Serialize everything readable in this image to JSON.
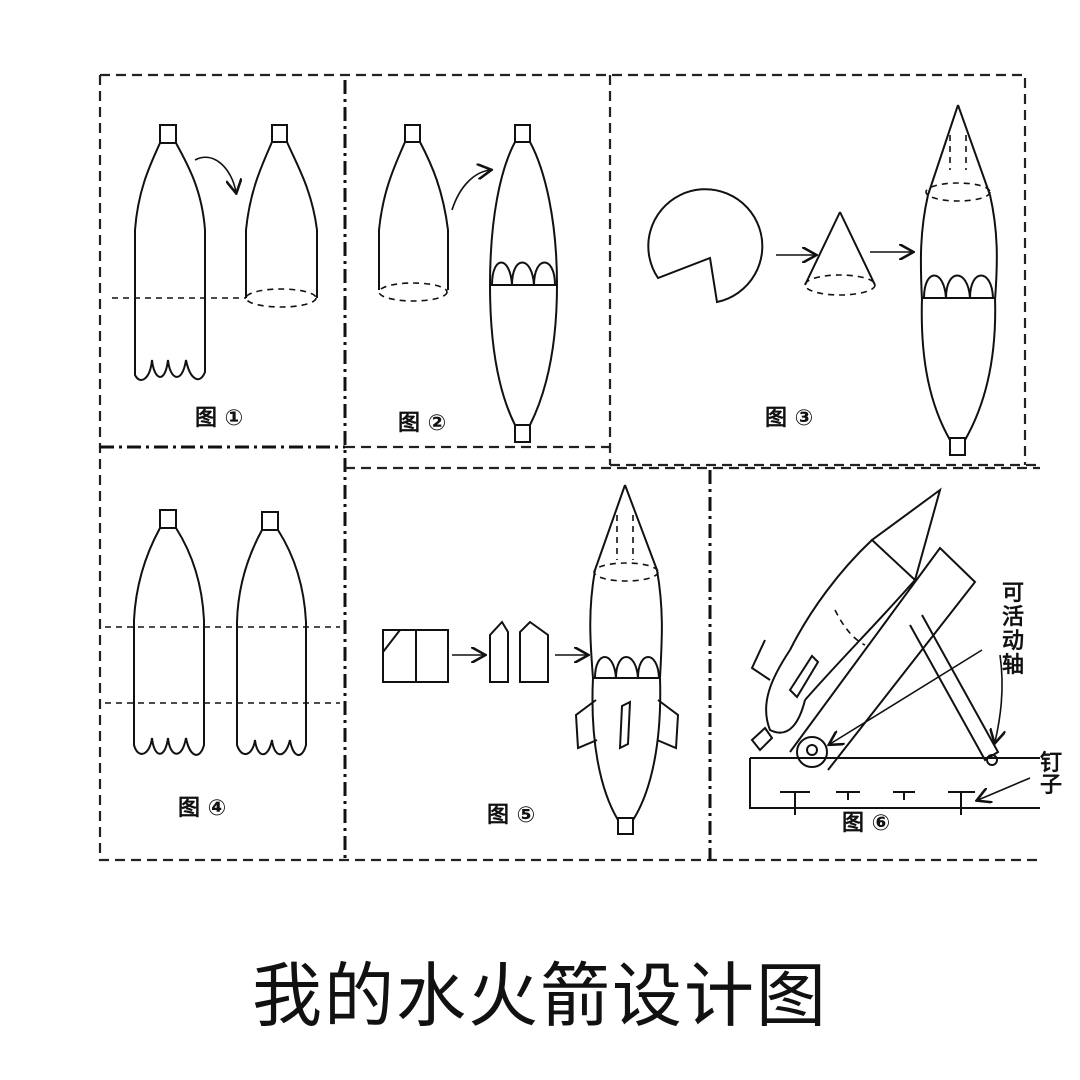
{
  "title": "我的水火箭设计图",
  "panels": [
    {
      "label": "图 ①"
    },
    {
      "label": "图 ②"
    },
    {
      "label": "图 ③"
    },
    {
      "label": "图 ④"
    },
    {
      "label": "图 ⑤"
    },
    {
      "label": "图 ⑥"
    }
  ],
  "annotations": {
    "pivot_axis": [
      "可",
      "活",
      "动",
      "轴"
    ],
    "nail": [
      "钉",
      "子"
    ]
  }
}
